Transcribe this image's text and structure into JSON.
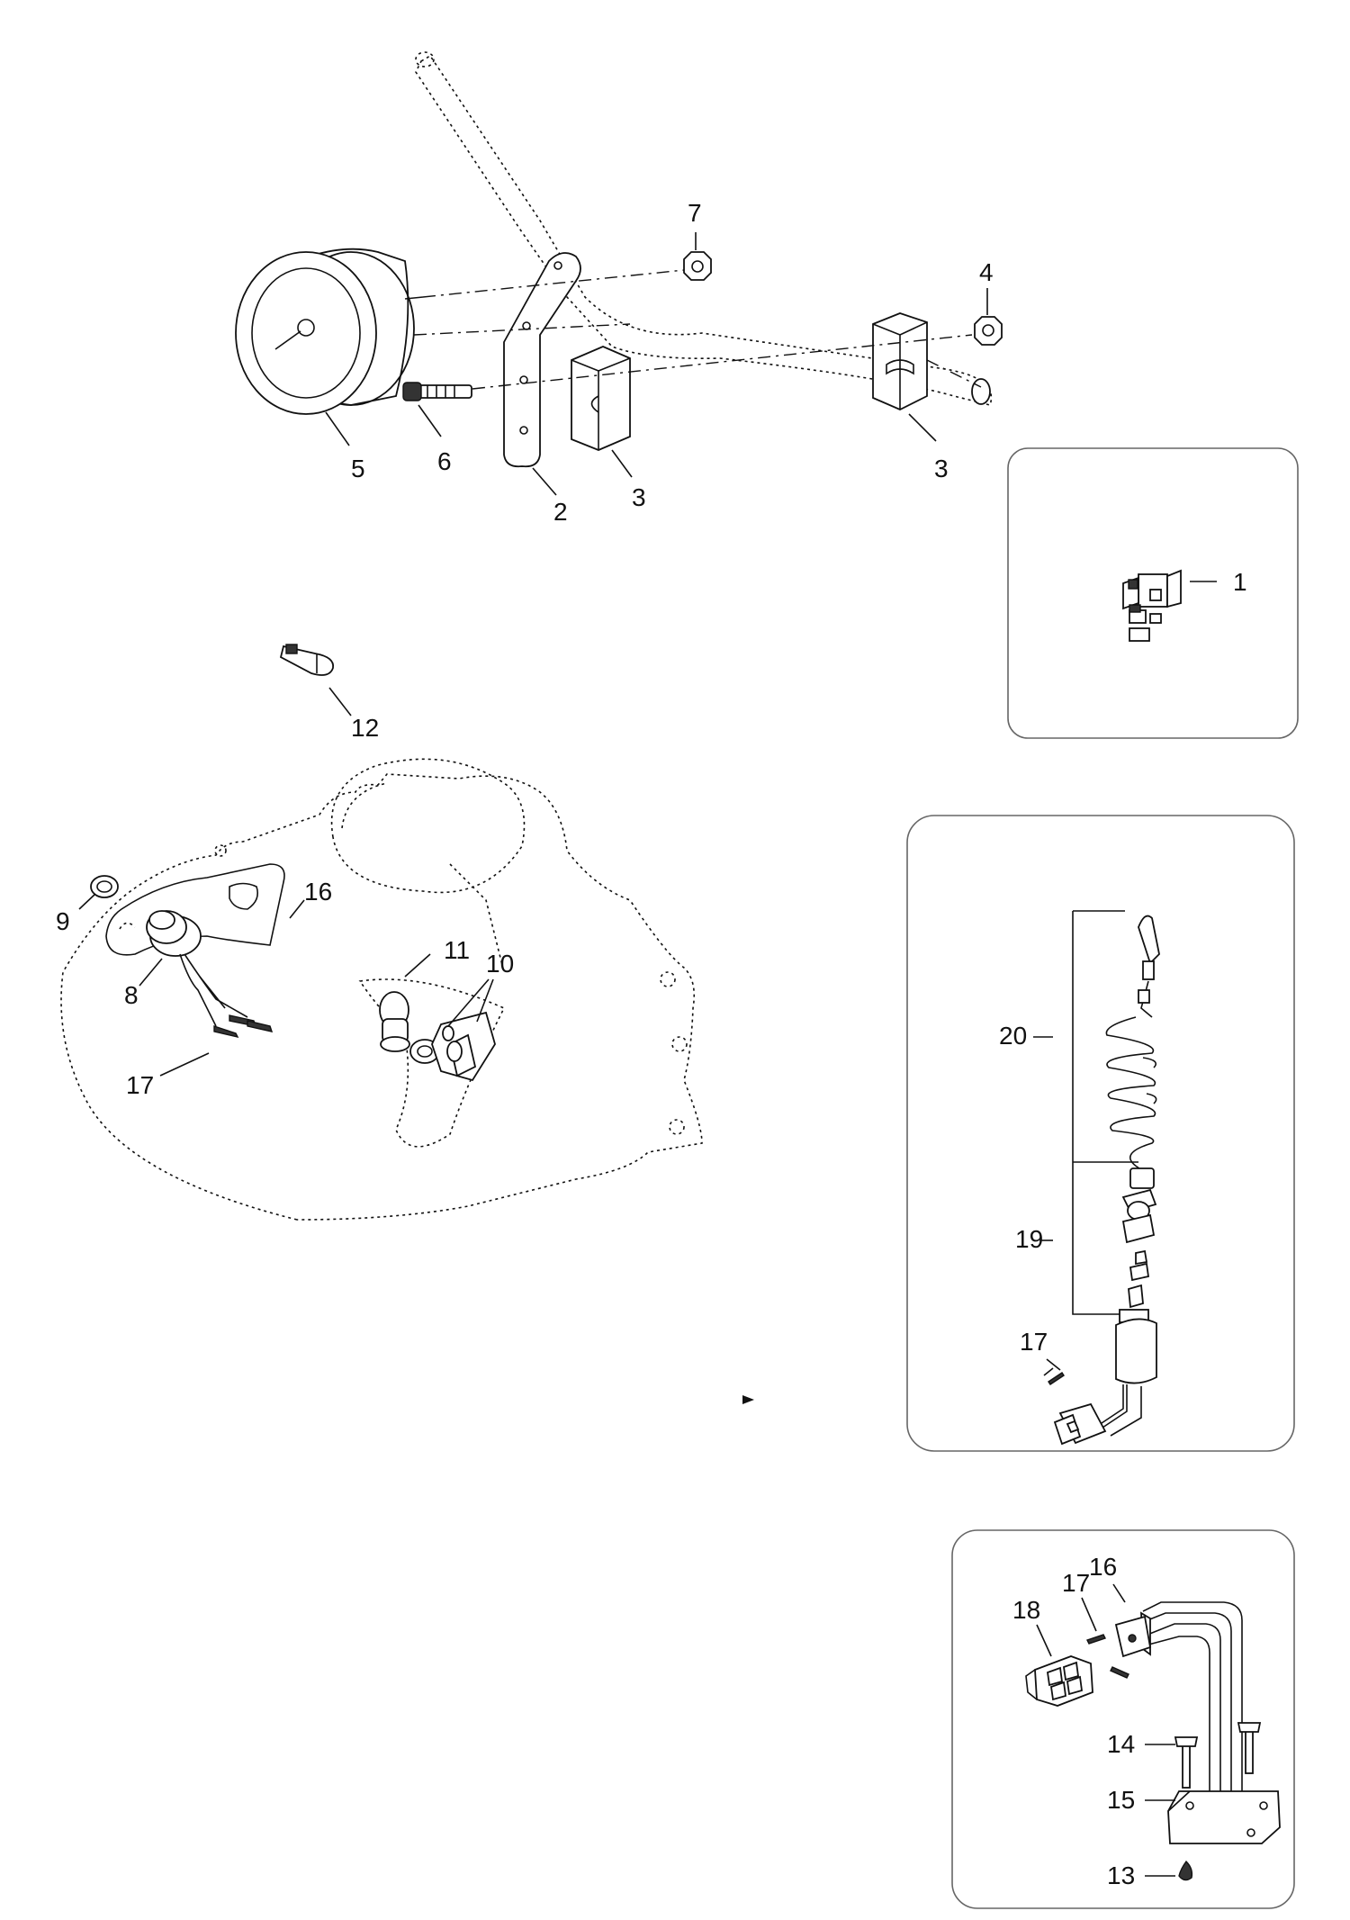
{
  "callouts": {
    "c1": "1",
    "c2": "2",
    "c3a": "3",
    "c3b": "3",
    "c4": "4",
    "c5": "5",
    "c6": "6",
    "c7": "7",
    "c8": "8",
    "c9": "9",
    "c10": "10",
    "c11": "11",
    "c12": "12",
    "c13": "13",
    "c14": "14",
    "c15": "15",
    "c16a": "16",
    "c16b": "16",
    "c17a": "17",
    "c17b": "17",
    "c17c": "17",
    "c18": "18",
    "c19": "19",
    "c20": "20"
  }
}
